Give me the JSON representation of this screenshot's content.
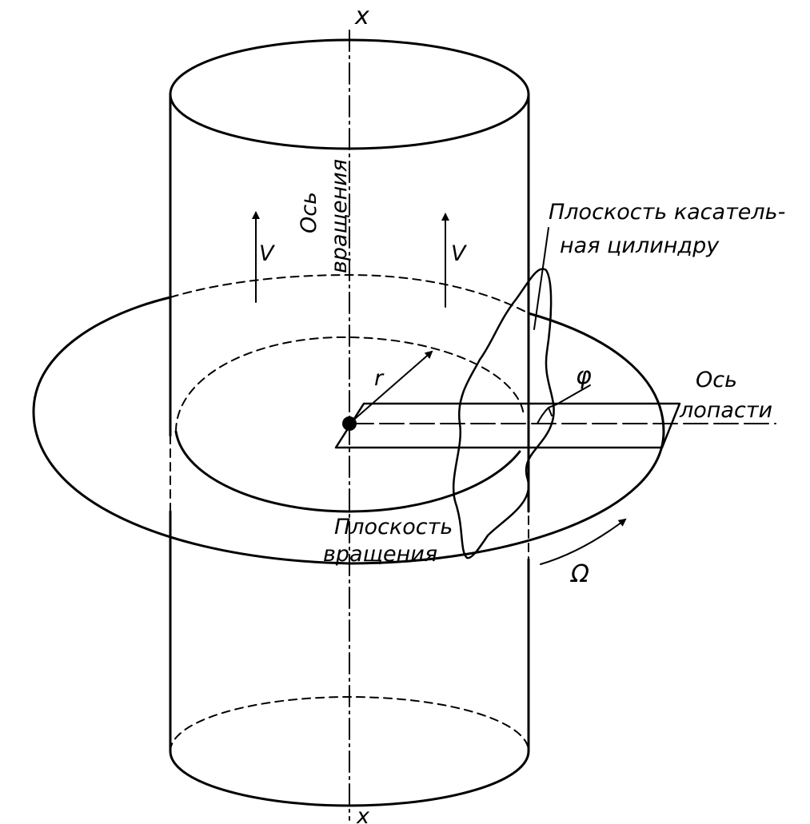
{
  "labels": {
    "axis_top": "x",
    "axis_bottom": "x",
    "rotation_axis_line1": "Ось",
    "rotation_axis_line2": "вращения",
    "velocity_left": "V",
    "velocity_right": "V",
    "tangent_plane_line1": "Плоскость касатель-",
    "tangent_plane_line2": "ная цилиндру",
    "phi": "φ",
    "radius": "r",
    "blade_axis_line1": "Ось",
    "blade_axis_line2": "лопасти",
    "rotation_plane_line1": "Плоскость",
    "rotation_plane_line2": "вращения",
    "omega": "Ω"
  }
}
